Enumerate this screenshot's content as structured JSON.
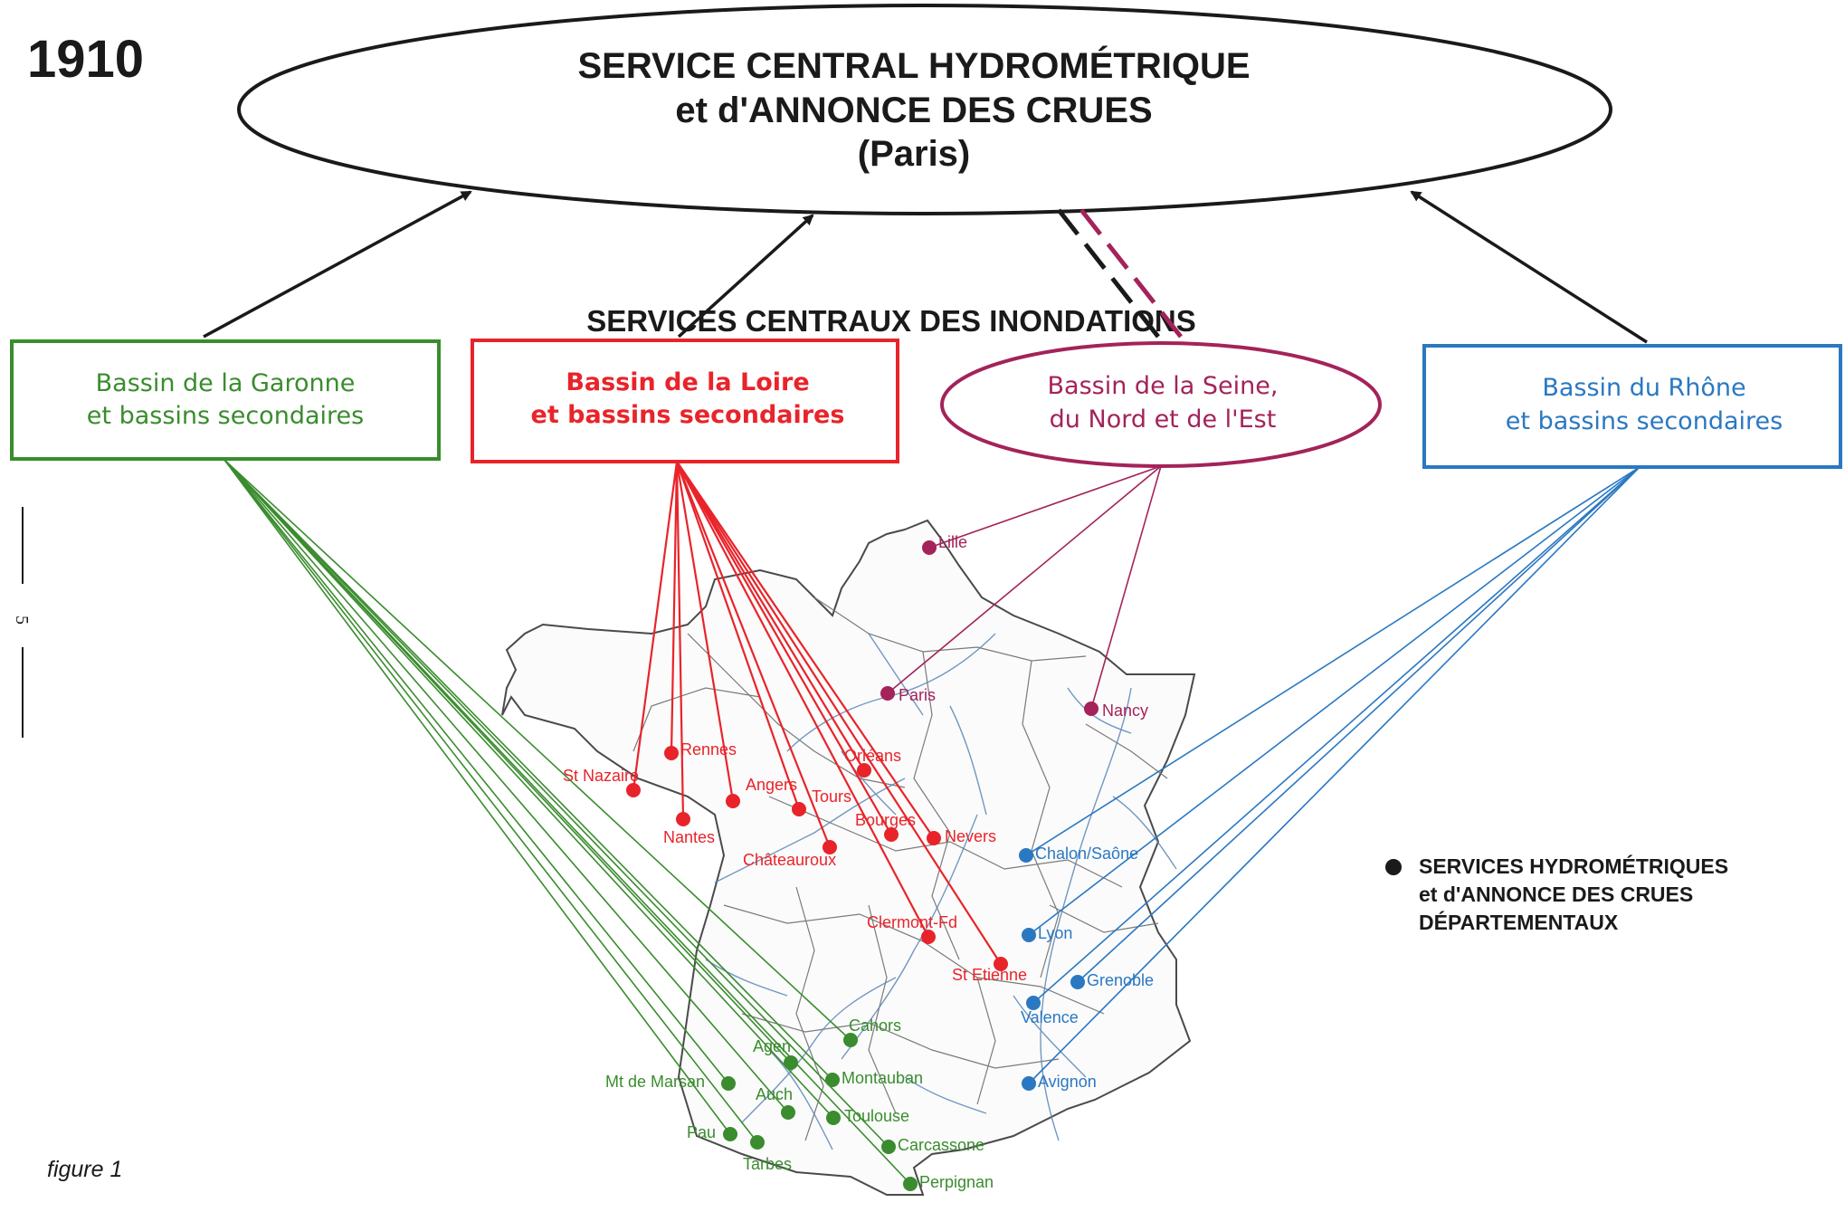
{
  "year": "1910",
  "central_service": {
    "line1": "SERVICE CENTRAL HYDROMÉTRIQUE",
    "line2": "et d'ANNONCE DES CRUES",
    "line3": "(Paris)"
  },
  "subtitle": "SERVICES CENTRAUX DES INONDATIONS",
  "margin_page": "5",
  "figure_caption": "figure 1",
  "legend": {
    "line1": "SERVICES HYDROMÉTRIQUES",
    "line2": "et d'ANNONCE DES CRUES",
    "line3": "DÉPARTEMENTAUX"
  },
  "colors": {
    "garonne": "#3a8c2e",
    "loire": "#e8242a",
    "seine": "#a3235a",
    "rhone": "#2a78c2",
    "arrows": "#1a1a1a"
  },
  "basins": {
    "garonne": {
      "line1": "Bassin de la Garonne",
      "line2": "et bassins secondaires"
    },
    "loire": {
      "line1": "Bassin de la Loire",
      "line2": "et bassins secondaires"
    },
    "seine": {
      "line1": "Bassin de la Seine,",
      "line2": "du Nord et de l'Est"
    },
    "rhone": {
      "line1": "Bassin du Rhône",
      "line2": "et bassins secondaires"
    }
  },
  "cities": {
    "seine": [
      "Lille",
      "Paris",
      "Nancy"
    ],
    "loire": [
      "Rennes",
      "St Nazaire",
      "Angers",
      "Orléans",
      "Tours",
      "Nantes",
      "Bourges",
      "Nevers",
      "Châteauroux",
      "Clermont-Fd",
      "St Etienne"
    ],
    "rhone": [
      "Chalon/Saône",
      "Lyon",
      "Grenoble",
      "Valence",
      "Avignon"
    ],
    "garonne": [
      "Cahors",
      "Agen",
      "Mt de Marsan",
      "Montauban",
      "Auch",
      "Toulouse",
      "Pau",
      "Tarbes",
      "Carcassone",
      "Perpignan"
    ]
  }
}
